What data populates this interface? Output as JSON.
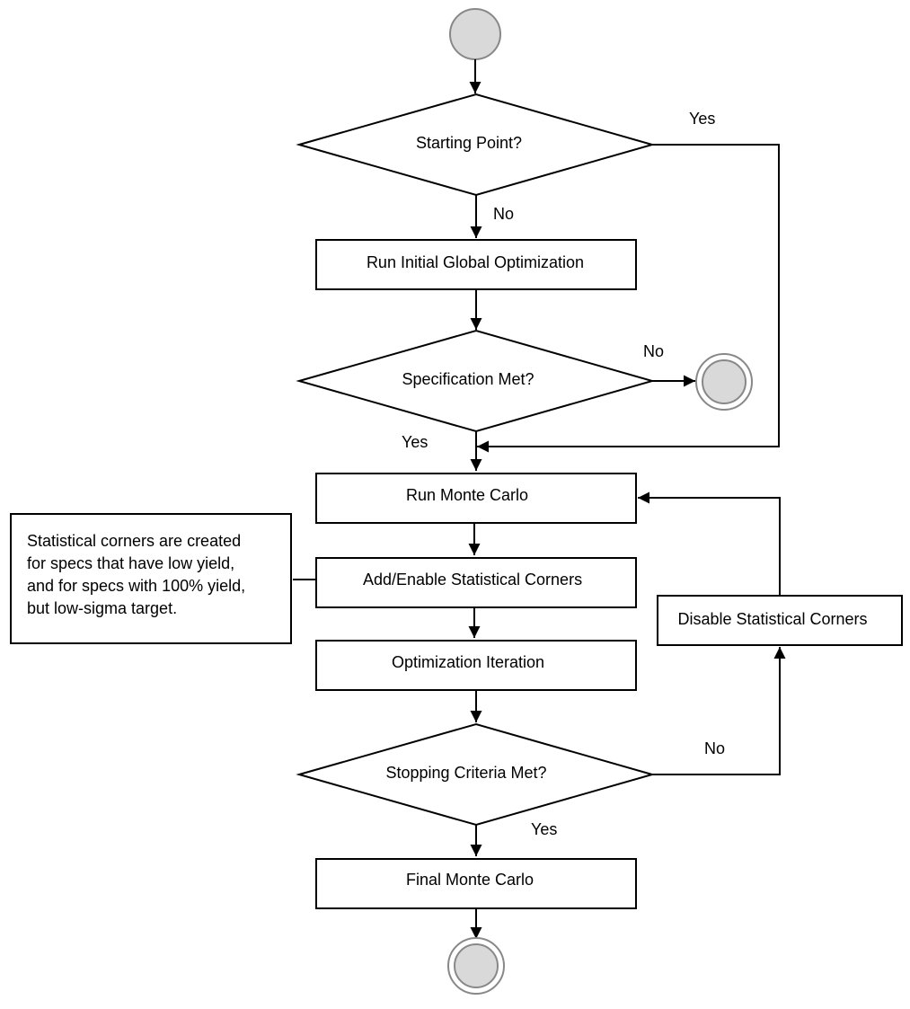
{
  "nodes": {
    "q_starting_point": "Starting Point?",
    "run_initial_opt": "Run Initial Global Optimization",
    "q_spec_met": "Specification Met?",
    "run_monte_carlo": "Run Monte Carlo",
    "add_enable_corners": "Add/Enable Statistical Corners",
    "optimization_iteration": "Optimization Iteration",
    "q_stopping_criteria": "Stopping Criteria Met?",
    "final_monte_carlo": "Final Monte Carlo",
    "disable_corners": "Disable Statistical Corners"
  },
  "edge_labels": {
    "starting_yes": "Yes",
    "starting_no": "No",
    "spec_no": "No",
    "spec_yes": "Yes",
    "stopping_no": "No",
    "stopping_yes": "Yes"
  },
  "note": {
    "lines": [
      "Statistical corners are created",
      "for specs that have low yield,",
      "and for specs with 100% yield,",
      "but low-sigma target."
    ]
  },
  "colors": {
    "line": "#000000",
    "terminal_fill": "#d9d9d9",
    "terminal_stroke": "#888888",
    "box_fill": "#ffffff"
  }
}
